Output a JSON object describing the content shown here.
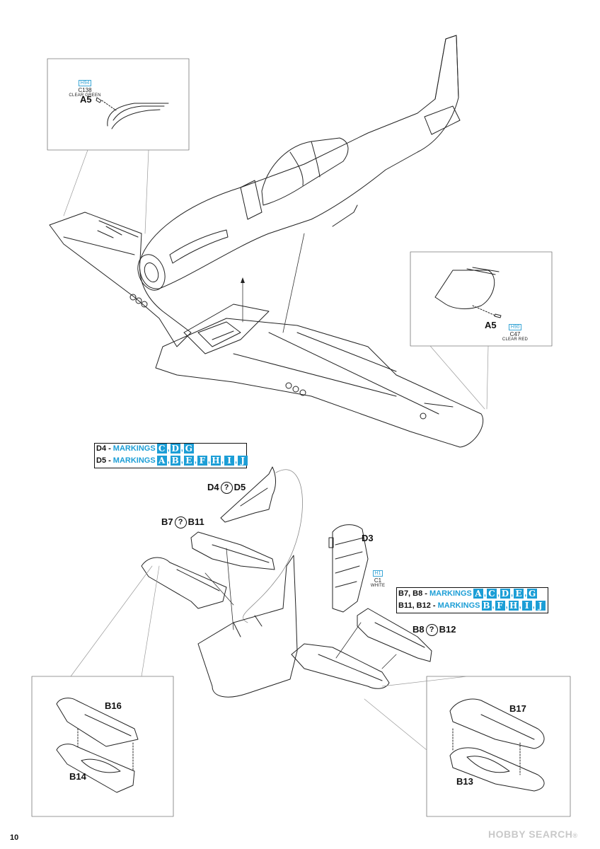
{
  "page_number": "10",
  "watermark": {
    "text": "HOBBY SEARCH",
    "mark": "®"
  },
  "callouts": {
    "top_left": {
      "part": "A5",
      "paint_code": "H94",
      "color_code": "C138",
      "color_name": "CLEAR GREEN"
    },
    "right": {
      "part": "A5",
      "paint_code": "H90",
      "color_code": "C47",
      "color_name": "CLEAR RED"
    }
  },
  "rudder_note": {
    "rows": [
      {
        "part": "D4",
        "label": "MARKINGS",
        "codes": [
          "C",
          "D",
          "G"
        ]
      },
      {
        "part": "D5",
        "label": "MARKINGS",
        "codes": [
          "A",
          "B",
          "E",
          "F",
          "H",
          "I",
          "J"
        ]
      }
    ]
  },
  "stab_note": {
    "rows": [
      {
        "part": "B7, B8",
        "label": "MARKINGS",
        "codes": [
          "A",
          "C",
          "D",
          "E",
          "G"
        ]
      },
      {
        "part": "B11, B12",
        "label": "MARKINGS",
        "codes": [
          "B",
          "F",
          "H",
          "I",
          "J"
        ]
      }
    ]
  },
  "parts": {
    "d4": "D4",
    "d5": "D5",
    "b7": "B7",
    "b11": "B11",
    "d3": "D3",
    "b8": "B8",
    "b12": "B12",
    "b16": "B16",
    "b14": "B14",
    "b17": "B17",
    "b13": "B13"
  },
  "tail_paint": {
    "paint_code": "H1",
    "color_code": "C1",
    "color_name": "WHITE"
  },
  "question_mark": "?",
  "mark_separator": ","
}
